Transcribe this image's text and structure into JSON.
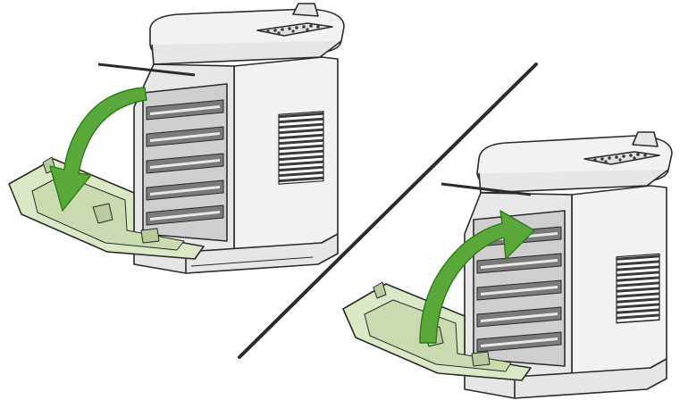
{
  "figure": {
    "panels": [
      {
        "id": "left",
        "action": "open-front-door",
        "arrow": "down-arrow"
      },
      {
        "id": "right",
        "action": "close-front-door",
        "arrow": "up-arrow"
      }
    ],
    "colors": {
      "background": "#ffffff",
      "outline": "#2b2b2b",
      "body_fill": "#f2f2f2",
      "shade_fill": "#d9d9d9",
      "dark_fill": "#5a5a5a",
      "door_fill": "#dbe8c6",
      "arrow_fill": "#5aa83a",
      "arrow_edge": "#2e7a1e",
      "divider": "#2b2b2b"
    }
  }
}
